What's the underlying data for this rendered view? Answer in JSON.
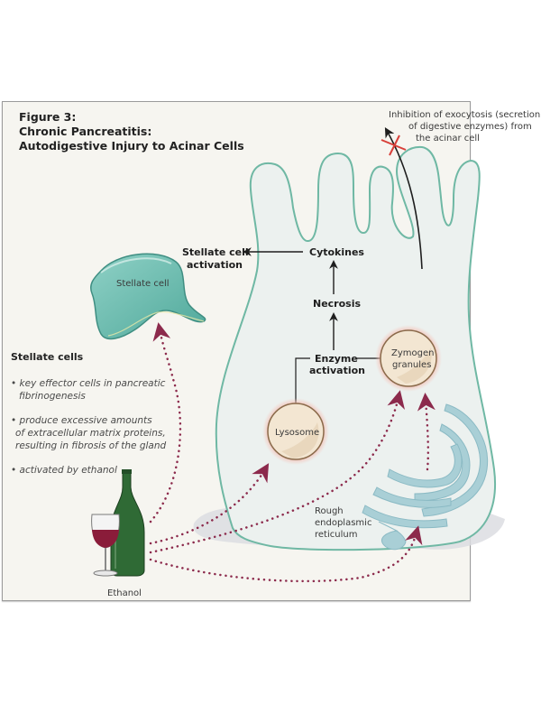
{
  "figure": {
    "title_lines": [
      "Figure 3:",
      "Chronic Pancreatitis:",
      "Autodigestive Injury to Acinar Cells"
    ]
  },
  "labels": {
    "inhibition_lines": [
      "Inhibition of exocytosis (secretion",
      "of digestive enzymes) from",
      "the acinar cell"
    ],
    "stellate_cell": "Stellate cell",
    "stellate_activation_lines": [
      "Stellate cell",
      "activation"
    ],
    "cytokines": "Cytokines",
    "necrosis": "Necrosis",
    "enzyme_activation_lines": [
      "Enzyme",
      "activation"
    ],
    "zymogen_lines": [
      "Zymogen",
      "granules"
    ],
    "lysosome": "Lysosome",
    "rer_lines": [
      "Rough",
      "endoplasmic",
      "reticulum"
    ],
    "ethanol": "Ethanol"
  },
  "stellate_info": {
    "heading": "Stellate cells",
    "bullets": [
      {
        "lines": [
          "• key effector cells in pancreatic",
          "fibrinogenesis"
        ]
      },
      {
        "lines": [
          "• produce excessive amounts",
          "of extracellular matrix proteins,",
          "resulting in fibrosis of the gland"
        ]
      },
      {
        "lines": [
          "• activated by ethanol"
        ]
      }
    ]
  },
  "colors": {
    "cell_outline": "#6fb8a4",
    "cell_fill": "#ecf1ef",
    "stellate_fill": "#6cc2b4",
    "organelle_fill": "#f3e6d2",
    "organelle_glow": "#f2b4a8",
    "rer_fill": "#a9cfd6",
    "dotted_arrow": "#8c2a4c",
    "inhibit_x": "#d8403a",
    "bottle": "#2f6a35",
    "wine": "#8a1c3a"
  }
}
